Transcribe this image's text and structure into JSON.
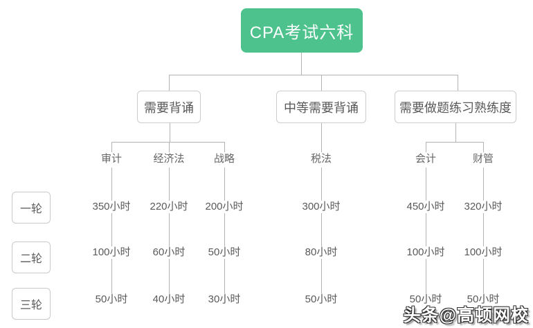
{
  "root": {
    "label": "CPA考试六科"
  },
  "branches": [
    {
      "label": "需要背诵",
      "subjects": [
        "审计",
        "经济法",
        "战略"
      ]
    },
    {
      "label": "中等需要背诵",
      "subjects": [
        "税法"
      ]
    },
    {
      "label": "需要做题练习熟练度",
      "subjects": [
        "会计",
        "财管"
      ]
    }
  ],
  "rounds": [
    {
      "label": "一轮"
    },
    {
      "label": "二轮"
    },
    {
      "label": "三轮"
    }
  ],
  "subjects": [
    {
      "name": "审计",
      "hours": [
        "350小时",
        "100小时",
        "50小时"
      ]
    },
    {
      "name": "经济法",
      "hours": [
        "220小时",
        "60小时",
        "40小时"
      ]
    },
    {
      "name": "战略",
      "hours": [
        "200小时",
        "50小时",
        "30小时"
      ]
    },
    {
      "name": "税法",
      "hours": [
        "300小时",
        "80小时",
        "50小时"
      ]
    },
    {
      "name": "会计",
      "hours": [
        "450小时",
        "100小时",
        "50小时"
      ]
    },
    {
      "name": "财管",
      "hours": [
        "320小时",
        "100小时",
        "50小时"
      ]
    }
  ],
  "watermark": "头条@高顿网校",
  "colors": {
    "root_bg": "#4dc28d",
    "root_text": "#ffffff",
    "connector_line": "#b3b3b3",
    "box_border": "#cccccc",
    "text": "#595959"
  }
}
